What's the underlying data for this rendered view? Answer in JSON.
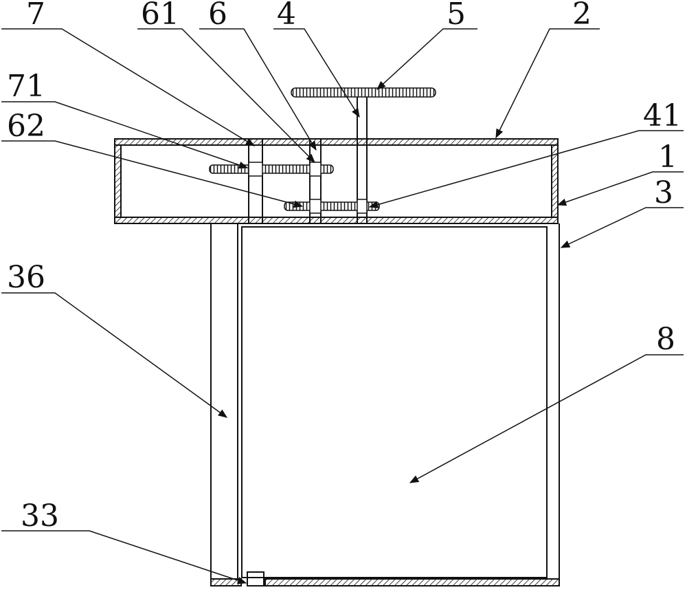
{
  "labels": {
    "l7": "7",
    "l61": "61",
    "l6": "6",
    "l4": "4",
    "l5": "5",
    "l2": "2",
    "l71": "71",
    "l62": "62",
    "l41": "41",
    "l1": "1",
    "l3": "3",
    "l36": "36",
    "l8": "8",
    "l33": "33"
  }
}
